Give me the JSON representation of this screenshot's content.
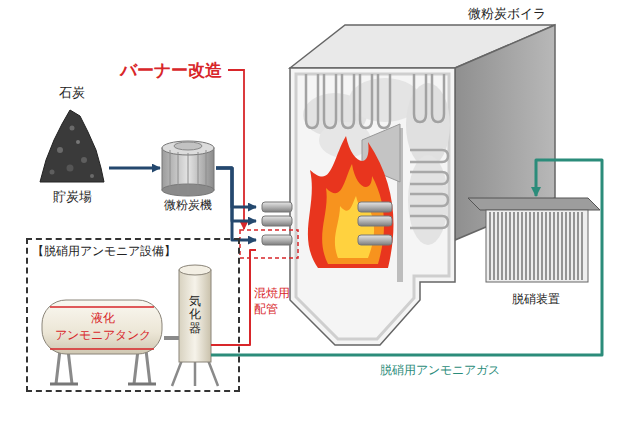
{
  "diagram": {
    "nodes": [
      {
        "text": [
          "石炭",
          "貯炭場"
        ]
      },
      {
        "text": [
          "微粉炭機"
        ]
      },
      {
        "text": [
          "微粉炭ボイラ"
        ]
      },
      {
        "text": [
          "【脱硝用アンモニア設備】"
        ]
      },
      {
        "text": [
          "液化 アンモニアタンク"
        ],
        "in": 3
      },
      {
        "text": [
          "気化器"
        ],
        "in": 3
      },
      {
        "text": [
          "脱硝装置"
        ]
      }
    ],
    "edges": [
      {
        "from": 0,
        "to": 1,
        "arrow": "to"
      },
      {
        "from": 1,
        "to": 2,
        "arrow": "to"
      },
      {
        "from": 4,
        "to": 5,
        "arrow": "none"
      },
      {
        "from": 5,
        "to": 2,
        "label": "混焼用 配管",
        "arrow": "none"
      },
      {
        "from": 5,
        "to": 6,
        "label": "脱硝用アンモニアガス",
        "arrow": "to"
      }
    ],
    "labels": [
      "バーナー改造"
    ]
  }
}
